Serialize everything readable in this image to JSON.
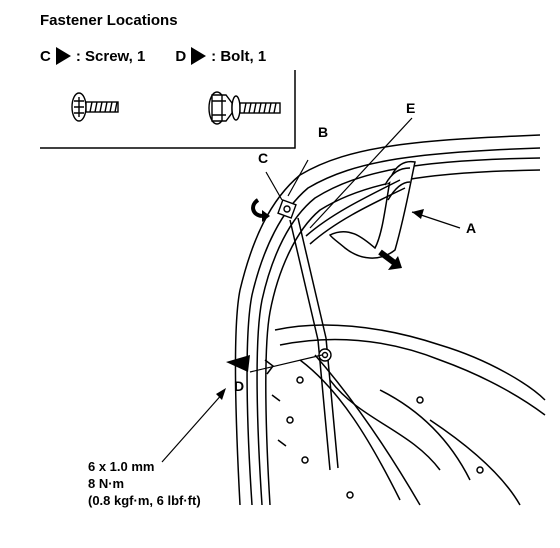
{
  "title": "Fastener Locations",
  "legend": [
    {
      "letter": "C",
      "description": ": Screw, 1"
    },
    {
      "letter": "D",
      "description": ": Bolt, 1"
    }
  ],
  "callouts": {
    "a": "A",
    "b": "B",
    "c": "C",
    "d": "D",
    "e": "E"
  },
  "spec": {
    "size": "6 x 1.0 mm",
    "torque_nm": "8 N·m",
    "torque_alt": "(0.8 kgf·m, 6 lbf·ft)"
  },
  "icons": [
    "screw-icon",
    "bolt-icon",
    "rotate-arrow-icon",
    "pull-arrow-icon",
    "pointer-triangle-icon"
  ]
}
